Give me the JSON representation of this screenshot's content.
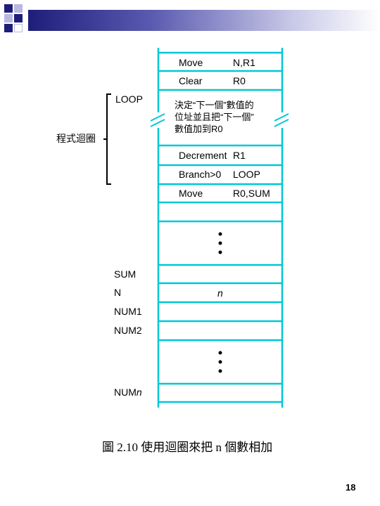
{
  "program": {
    "rows": [
      {
        "op": "Move",
        "arg": "N,R1"
      },
      {
        "op": "Clear",
        "arg": "R0"
      }
    ],
    "loop_label": "LOOP",
    "loop_body_text": [
      "決定“下一個”數值的",
      "位址並且把“下一個”",
      "數值加到R0"
    ],
    "rows_after": [
      {
        "op": "Decrement",
        "arg": "R1"
      },
      {
        "op": "Branch>0",
        "arg": "LOOP"
      },
      {
        "op": "Move",
        "arg": "R0,SUM"
      }
    ],
    "loop_brace_label": "程式迴圈"
  },
  "data_area": {
    "sum_label": "SUM",
    "n_label": "N",
    "n_value": "n",
    "num1_label": "NUM1",
    "num2_label": "NUM2",
    "numn_label_prefix": "NUM",
    "numn_label_suffix": "n"
  },
  "caption": "圖 2.10  使用迴圈來把 n 個數相加",
  "page_number": "18",
  "colors": {
    "memory_lines": "#00c8d8",
    "deco_dark": "#1e1e7a",
    "deco_light": "#b8b8e0"
  }
}
